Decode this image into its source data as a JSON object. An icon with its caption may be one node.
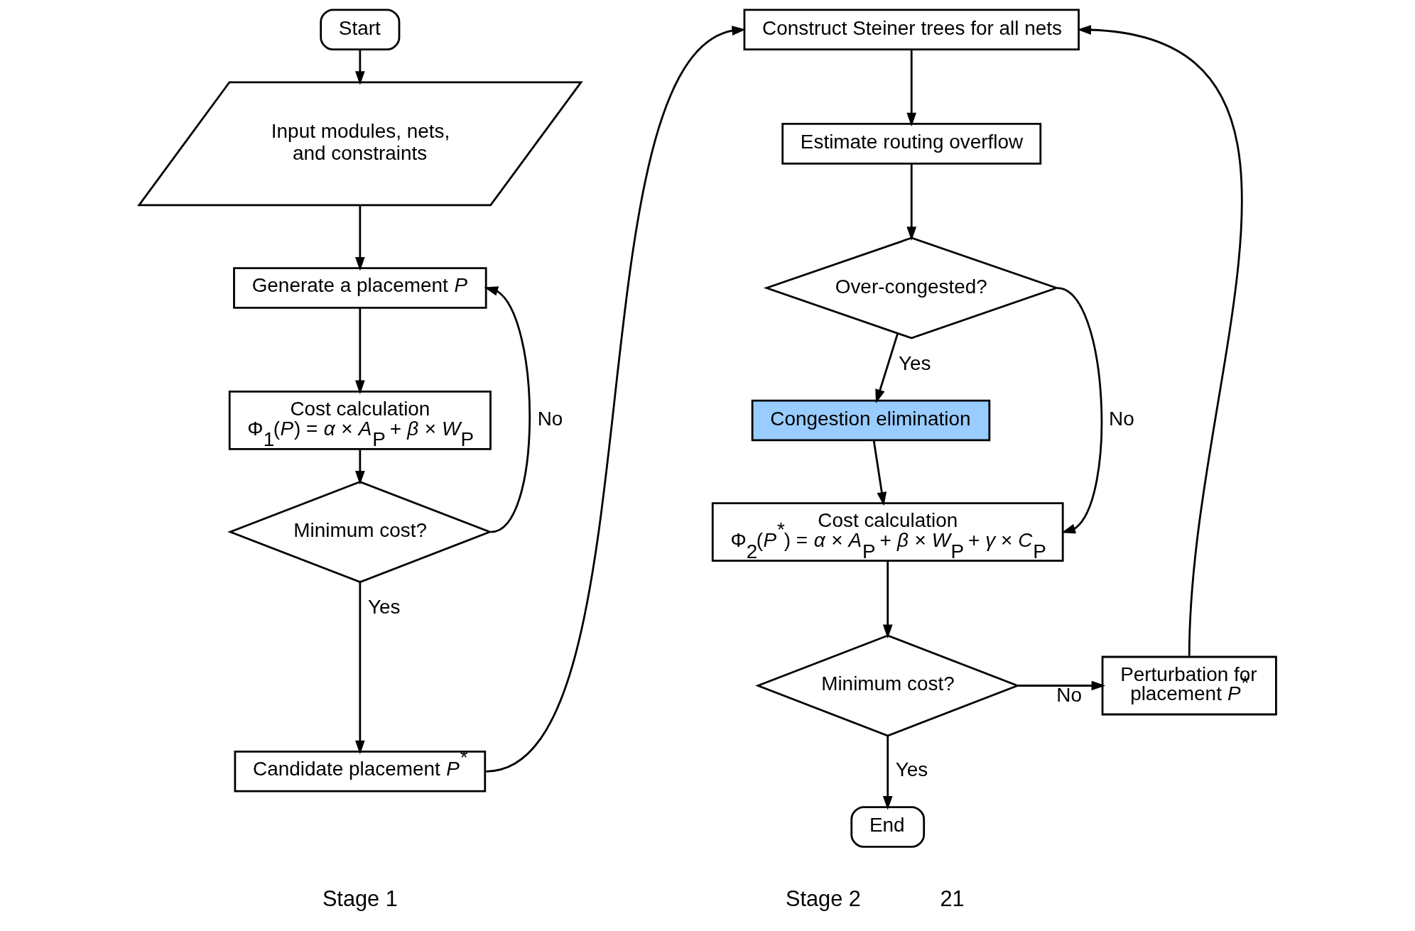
{
  "diagram": {
    "nodes": [
      {
        "text": [
          "Start"
        ]
      },
      {
        "text": [
          "Input modules, nets, and constraints"
        ]
      },
      {
        "text": [
          "Generate a placement *P*"
        ]
      },
      {
        "text": [
          "Cost calculation",
          "Φ$_{1}$(*P*) = *α* × *A*$_{P}$ + *β* × *W*$_{P}$"
        ]
      },
      {
        "text": [
          "Minimum cost?"
        ]
      },
      {
        "text": [
          "Candidate placement *P*$^{*}$"
        ]
      },
      {
        "text": [
          "Construct Steiner trees for all nets"
        ]
      },
      {
        "text": [
          "Estimate routing overflow"
        ]
      },
      {
        "text": [
          "Over-congested?"
        ]
      },
      {
        "text": [
          "Congestion elimination"
        ]
      },
      {
        "text": [
          "Cost calculation",
          "Φ$_{2}$(*P*$^{*}$) = *α* × *A*$_{P}$ + *β* × *W*$_{P}$ + *γ* × *C*$_{P}$"
        ]
      },
      {
        "text": [
          "Minimum cost?"
        ]
      },
      {
        "text": [
          "Perturbation for placement *P*$^{*}$"
        ]
      },
      {
        "text": [
          "End"
        ]
      }
    ],
    "edges": [
      {
        "from": 0,
        "to": 1,
        "arrow": "to"
      },
      {
        "from": 1,
        "to": 2,
        "arrow": "to"
      },
      {
        "from": 2,
        "to": 3,
        "arrow": "to"
      },
      {
        "from": 3,
        "to": 4,
        "arrow": "to"
      },
      {
        "from": 4,
        "to": 2,
        "arrow": "to",
        "label": "No"
      },
      {
        "from": 4,
        "to": 5,
        "arrow": "to",
        "label": "Yes"
      },
      {
        "from": 5,
        "to": 6,
        "arrow": "to"
      },
      {
        "from": 6,
        "to": 7,
        "arrow": "to"
      },
      {
        "from": 7,
        "to": 8,
        "arrow": "to"
      },
      {
        "from": 8,
        "to": 9,
        "arrow": "to",
        "label": "Yes"
      },
      {
        "from": 8,
        "to": 10,
        "arrow": "to",
        "label": "No"
      },
      {
        "from": 9,
        "to": 10,
        "arrow": "to"
      },
      {
        "from": 10,
        "to": 11,
        "arrow": "to"
      },
      {
        "from": 11,
        "to": 13,
        "arrow": "to",
        "label": "Yes"
      },
      {
        "from": 11,
        "to": 12,
        "arrow": "to",
        "label": "No"
      },
      {
        "from": 12,
        "to": 6,
        "arrow": "to"
      }
    ],
    "labels": [
      "Stage 1",
      "Stage 2",
      "21"
    ]
  }
}
